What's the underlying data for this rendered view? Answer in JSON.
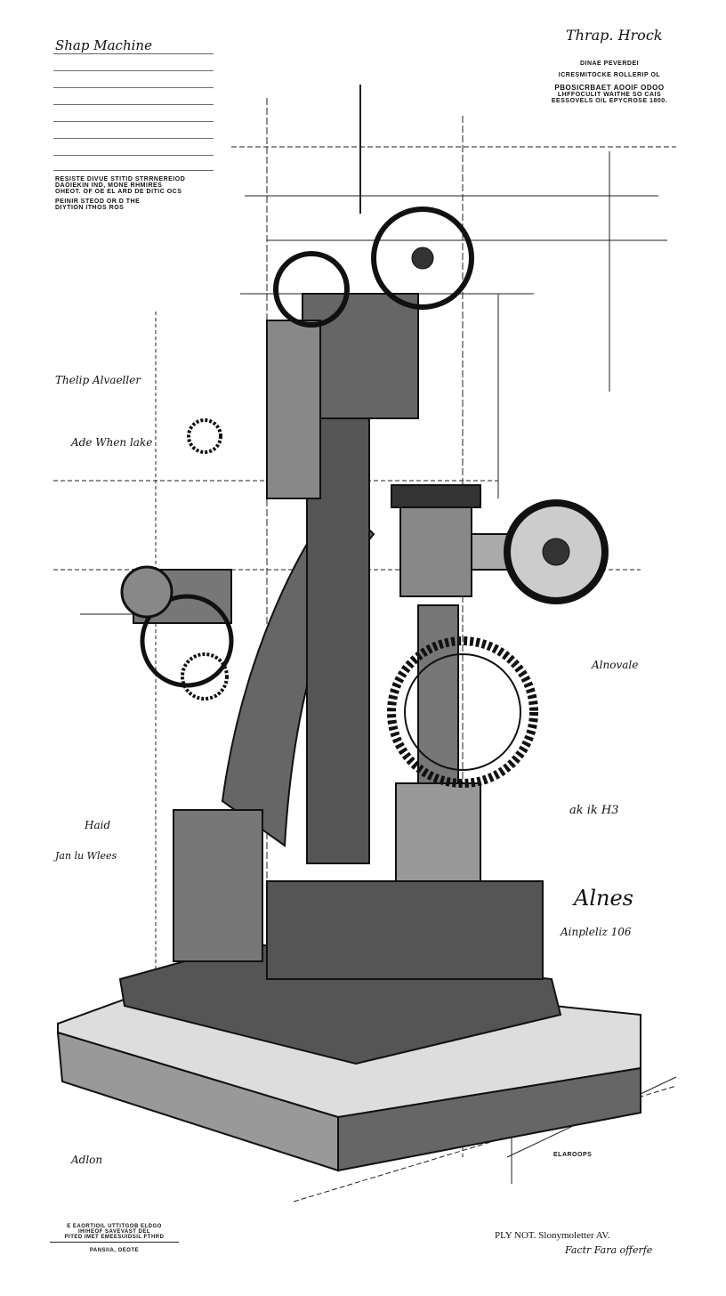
{
  "title_block_left": {
    "heading": "Shap Machine",
    "lines": [
      "RESISTE DIVUE STITID STRRNEREIOD",
      "DAOIEKIN IND, MONE RHMIRES",
      "OHEOT. OF OE EL ARD DE DITIC OCS",
      "PEINIR STEOD OR D THE",
      "DIYTION ITHOS ROS"
    ]
  },
  "title_block_right": {
    "signature": "Thrap. Hrock",
    "lines": [
      "DINAE PEVERDEI",
      "ICRESMITOCKE ROLLERIP OL",
      "PBOSICRBAET AOOIF ODOO",
      "LHFFOCULIT WAITHE SO CAIS",
      "EESSOVELS OIL EPYCROSE 1800."
    ]
  },
  "annotations": [
    "Thelip Alvaeller",
    "Ade When lake",
    "Haid",
    "Jan lu Wlees",
    "Alnes",
    "Ainpleliz 106",
    "ak ik H3",
    "Alnovale",
    "Adlon",
    "ELAROOPS"
  ],
  "footer_left": {
    "lines": [
      "E EAORTIOIL UTTITGOB ELDGO",
      "IHIHEOF SAVEVAST DEL",
      "PITED IMET EMEESUIDSIL FTHRD"
    ],
    "place": "PANSIIA, OEOTE"
  },
  "footer_right": {
    "patent": "PLY NOT. Slonymoletter AV.",
    "signature": "Factr Fara offerfe"
  },
  "colors": {
    "ink": "#111111",
    "paper": "#ffffff"
  }
}
